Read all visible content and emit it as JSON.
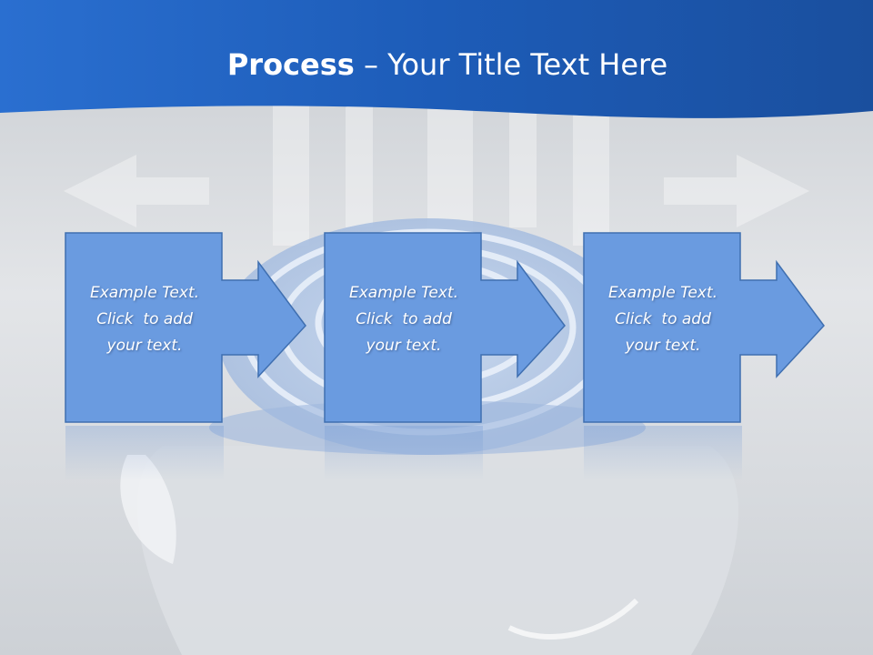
{
  "title": {
    "bold": "Process",
    "rest": " – Your Title Text Here"
  },
  "steps": [
    {
      "line1": "Example Text.",
      "line2": "Click  to add",
      "line3": "your text."
    },
    {
      "line1": "Example Text.",
      "line2": "Click  to add",
      "line3": "your text."
    },
    {
      "line1": "Example Text.",
      "line2": "Click  to add",
      "line3": "your text."
    }
  ],
  "colors": {
    "header": "#1f5fb4",
    "box_fill": "#6a9be0",
    "box_stroke": "#3f6fb0",
    "background": "#d6d9dd"
  }
}
